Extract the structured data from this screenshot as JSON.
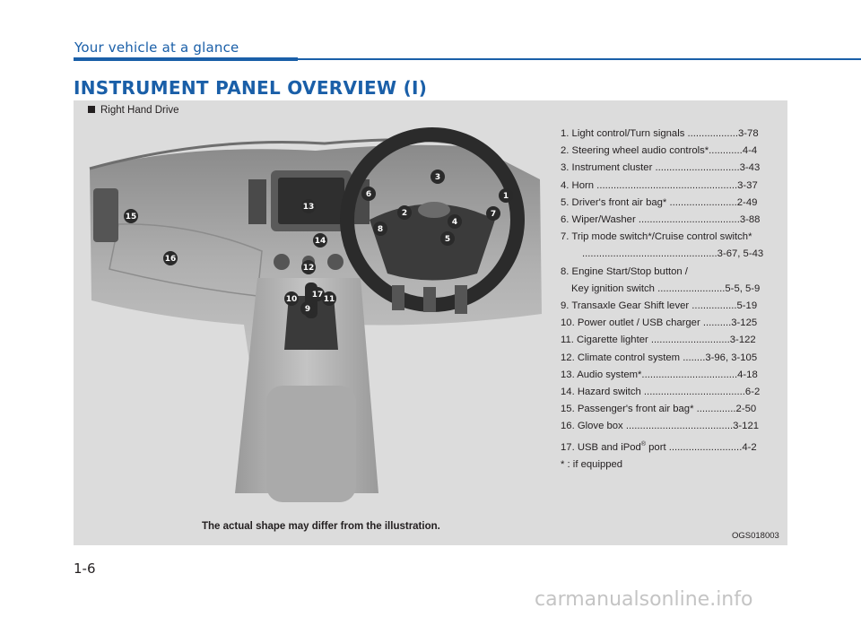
{
  "header": {
    "section": "Your vehicle at a glance",
    "title": "INSTRUMENT PANEL OVERVIEW (I)"
  },
  "figure": {
    "drive_label": "Right Hand Drive",
    "callouts": [
      "1",
      "2",
      "3",
      "4",
      "5",
      "6",
      "7",
      "8",
      "9",
      "10",
      "11",
      "12",
      "13",
      "14",
      "15",
      "16",
      "17"
    ],
    "disclaimer": "The actual shape may differ from the illustration.",
    "code": "OGS018003"
  },
  "legend": {
    "items": [
      "1. Light control/Turn signals ..................3-78",
      "2. Steering wheel audio controls*............4-4",
      "3. Instrument cluster ..............................3-43",
      "4. Horn ..................................................3-37",
      "5. Driver's front air bag* ........................2-49",
      "6. Wiper/Washer ....................................3-88",
      "7. Trip mode switch*/Cruise control switch*",
      "................................................3-67, 5-43",
      "8. Engine Start/Stop button /",
      "Key ignition switch ........................5-5, 5-9",
      "9. Transaxle Gear Shift lever ................5-19",
      "10. Power outlet / USB charger ..........3-125",
      "11. Cigarette lighter ............................3-122",
      "12. Climate control system ........3-96, 3-105",
      "13. Audio system*..................................4-18",
      "14. Hazard switch ....................................6-2",
      "15. Passenger's front air bag* ..............2-50",
      "16. Glove box ......................................3-121"
    ],
    "item17_pre": "17. USB and iPod",
    "item17_sup": "®",
    "item17_post": " port ..........................4-2",
    "footnote": "* : if equipped"
  },
  "footer": {
    "page_number": "1-6",
    "watermark": "carmanualsonline.info"
  }
}
